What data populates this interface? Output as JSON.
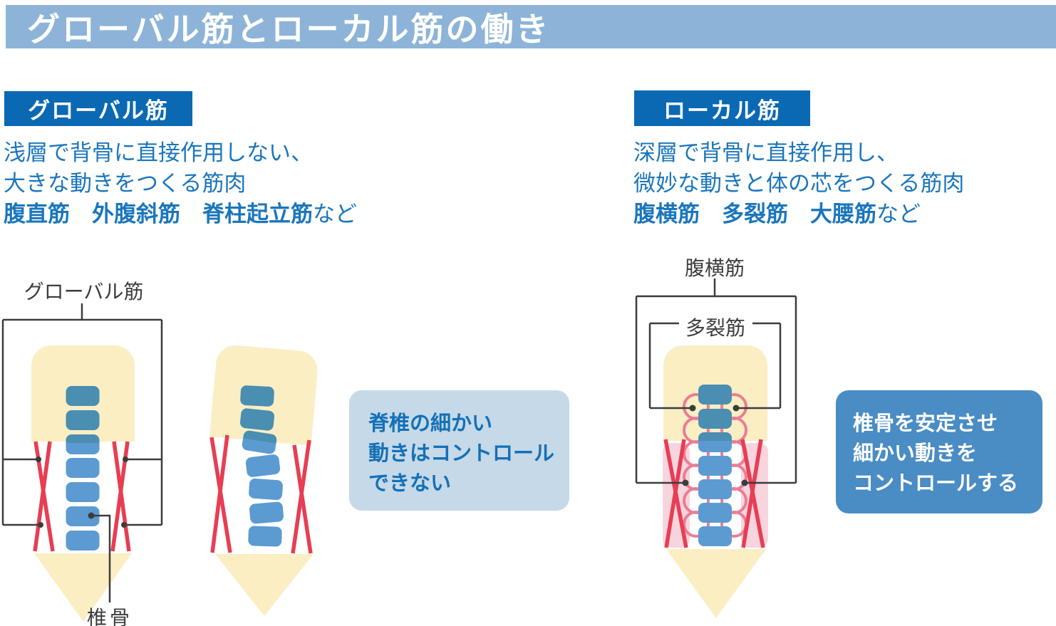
{
  "header": {
    "title": "グローバル筋とローカル筋の働き"
  },
  "global_section": {
    "label": "グローバル筋",
    "desc_line1": "浅層で背骨に直接作用しない、",
    "desc_line2": "大きな動きをつくる筋肉",
    "muscles": "腹直筋　外腹斜筋　脊柱起立筋",
    "muscles_suffix": "など",
    "figure_label": "グローバル筋",
    "vertebra_label": "椎骨",
    "note": "脊椎の細かい\n動きはコントロール\nできない"
  },
  "local_section": {
    "label": "ローカル筋",
    "desc_line1": "深層で背骨に直接作用し、",
    "desc_line2": "微妙な動きと体の芯をつくる筋肉",
    "muscles": "腹横筋　多裂筋　大腰筋",
    "muscles_suffix": "など",
    "figure_label_outer": "腹横筋",
    "figure_label_inner": "多裂筋",
    "note": "椎骨を安定させ\n細かい動きを\nコントロールする"
  },
  "colors": {
    "header-bg": "#8DB4D8",
    "label-bg": "#0A69B2",
    "text-blue": "#1B76BB",
    "line-dark": "#3C3C3C",
    "bone-yellow": "#FBEEC3",
    "vert-light": "#5C9BD1",
    "vert-dark": "#4A8EB2",
    "muscle-red": "#E73E53",
    "band-pink": "#F8D5DE",
    "ring-pink": "#EC7C95",
    "note-light-bg": "#C5D9E9",
    "note-light-text": "#1470B6",
    "note-dark-bg": "#4A8CC4"
  }
}
